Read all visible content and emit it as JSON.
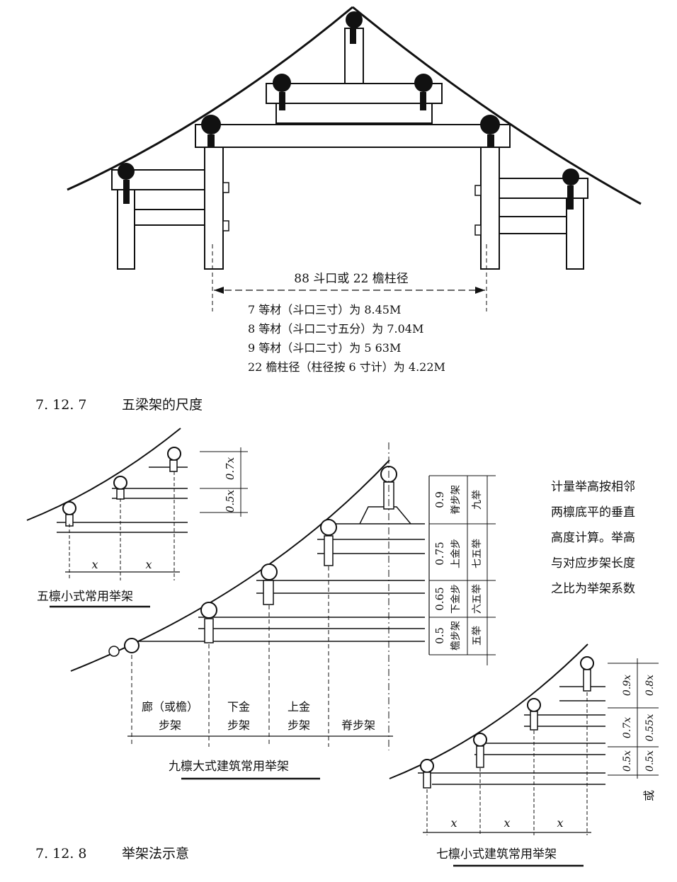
{
  "fig1": {
    "span_label": "88 斗口或 22 檐柱径",
    "notes": [
      "7 等材（斗口三寸）为 8.45M",
      "8 等材（斗口二寸五分）为 7.04M",
      "9 等材（斗口二寸）为 5 63M",
      "22 檐柱径（柱径按 6 寸计）为 4.22M"
    ],
    "caption_num": "7. 12. 7",
    "caption_text": "五梁架的尺度"
  },
  "fig2": {
    "caption_num": "7. 12. 8",
    "caption_text": "举架法示意",
    "five": {
      "title": "五檩小式常用举架",
      "x1": "x",
      "x2": "x",
      "r1": "0.5x",
      "r2": "0.7x"
    },
    "nine": {
      "title": "九檩大式建筑常用举架",
      "bays": [
        "廊（或檐）",
        "步架",
        "下金",
        "步架",
        "上金",
        "步架",
        "脊步架"
      ],
      "ratios": [
        "0.9",
        "0.75",
        "0.65",
        "0.5"
      ],
      "bay_names": [
        "脊步架",
        "上金步",
        "下金步",
        "檐步架"
      ],
      "ju": [
        "九举",
        "七五举",
        "六五举",
        "五举"
      ]
    },
    "seven": {
      "title": "七檩小式建筑常用举架",
      "x1": "x",
      "x2": "x",
      "x3": "x",
      "r_a": [
        "0.9x",
        "0.7x",
        "0.5x"
      ],
      "r_b": [
        "0.8x",
        "0.55x",
        "0.5x"
      ],
      "or": "或"
    },
    "note_lines": [
      "计量举高按相邻",
      "两檩底平的垂直",
      "高度计算。举高",
      "与对应步架长度",
      "之比为举架系数"
    ]
  }
}
